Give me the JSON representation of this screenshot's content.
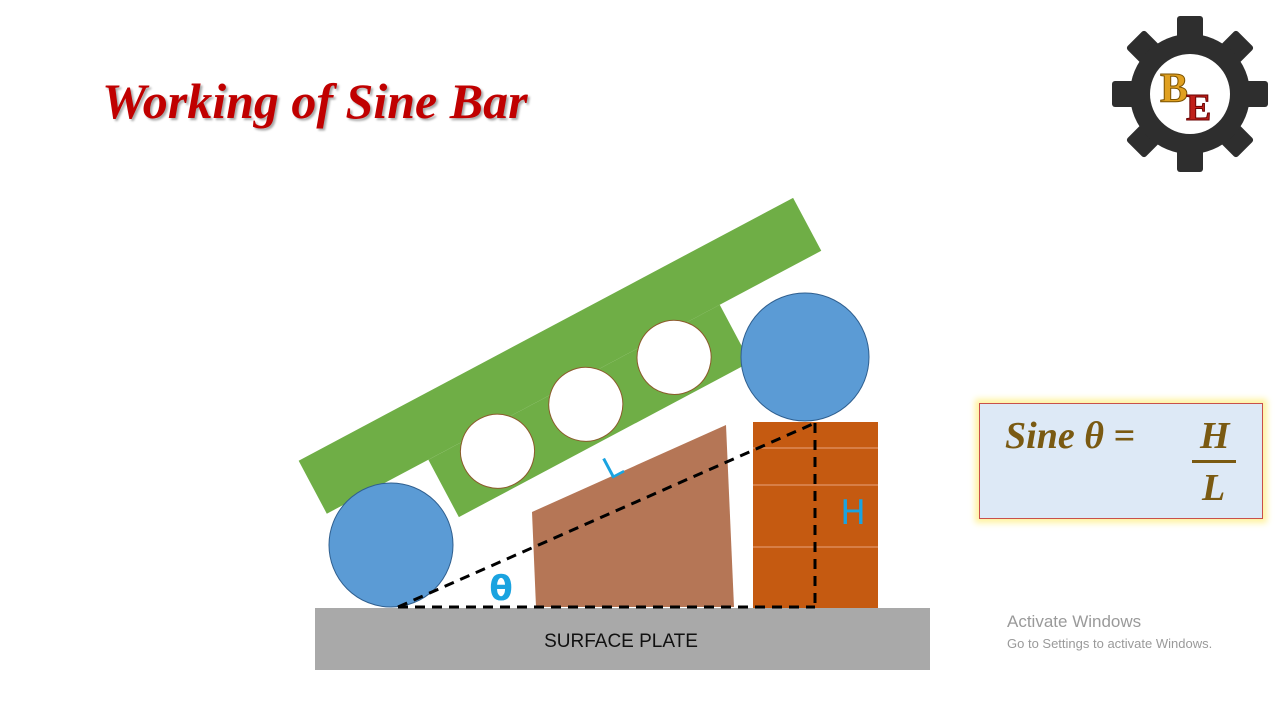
{
  "title": "Working of Sine Bar",
  "logo": {
    "letters": "BE",
    "icon": "gear-logo"
  },
  "diagram": {
    "surface_plate_label": "SURFACE PLATE",
    "angle_label": "θ",
    "length_label": "L",
    "height_label": "H",
    "colors": {
      "sine_bar": "#6fae46",
      "rollers": "#5b9bd5",
      "slip_gauges": "#c55a11",
      "workpiece": "#b57656",
      "surface_plate": "#a9a9a9",
      "label_blue": "#1aa3e0"
    }
  },
  "formula": {
    "lhs": "Sine θ =",
    "numerator": "H",
    "denominator": "L"
  },
  "watermark": {
    "line1": "Activate Windows",
    "line2": "Go to Settings to activate Windows."
  }
}
